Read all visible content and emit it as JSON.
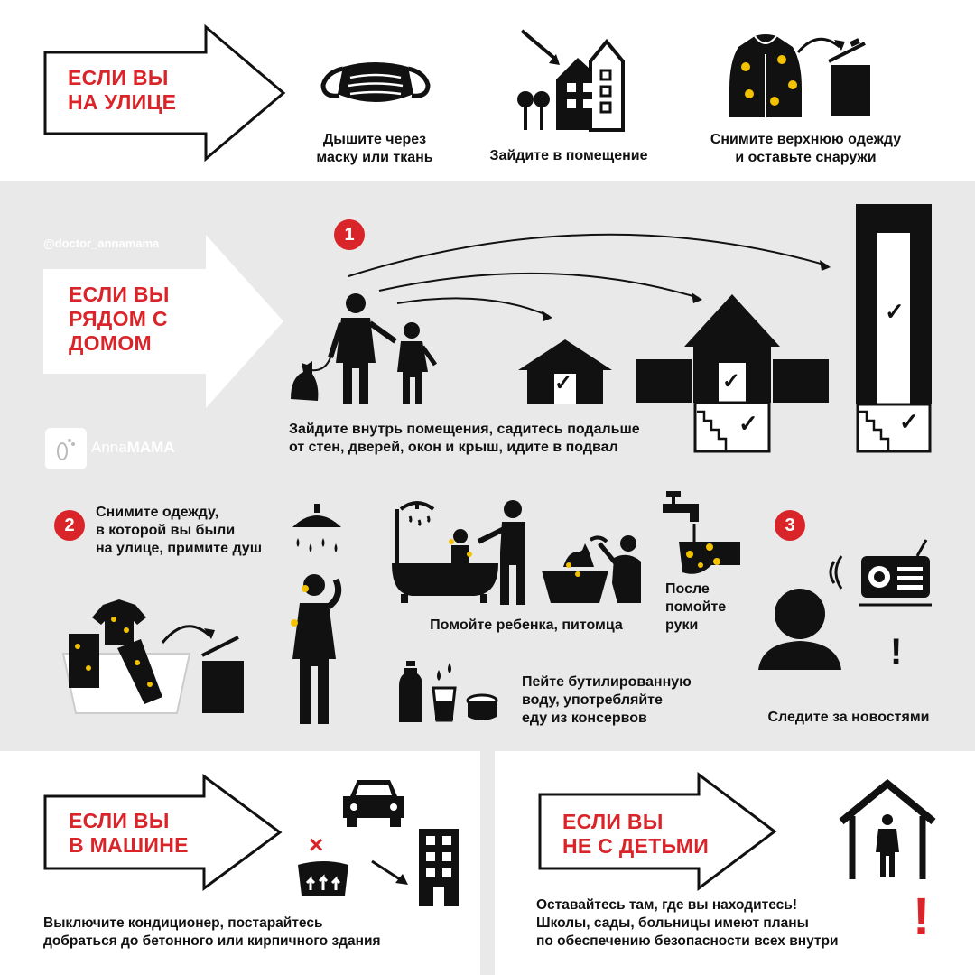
{
  "colors": {
    "accent": "#d9252a",
    "band": "#e9e9e9",
    "ink": "#111111"
  },
  "section_street": {
    "title_line1": "ЕСЛИ ВЫ",
    "title_line2": "НА УЛИЦЕ",
    "step_mask_line1": "Дышите через",
    "step_mask_line2": "маску или ткань",
    "step_enter": "Зайдите в помещение",
    "step_clothes_line1": "Снимите верхнюю одежду",
    "step_clothes_line2": "и оставьте снаружи",
    "icons": [
      "mask-icon",
      "buildings-icon",
      "jacket-icon",
      "trash-bin-icon"
    ]
  },
  "section_home": {
    "handle": "@doctor_annamama",
    "logo_light": "Anna",
    "logo_bold": "MAMA",
    "title_line1": "ЕСЛИ ВЫ",
    "title_line2": "РЯДОМ С",
    "title_line3": "ДОМОМ",
    "badge1": "1",
    "step1_line1": "Зайдите внутрь помещения, садитесь подальше",
    "step1_line2": "от стен, дверей, окон и крыш, идите в подвал",
    "badge2": "2",
    "step2_line1": "Снимите одежду,",
    "step2_line2": "в которой вы были",
    "step2_line3": "на улице, примите душ",
    "wash_child_pet": "Помойте ребенка, питомца",
    "wash_hands_line1": "После",
    "wash_hands_line2": "помойте",
    "wash_hands_line3": "руки",
    "drink_line1": "Пейте бутилированную",
    "drink_line2": "воду, употребляйте",
    "drink_line3": "еду из консервов",
    "badge3": "3",
    "news": "Следите за новостями",
    "news_mark": "!",
    "check": "✓"
  },
  "section_car": {
    "title_line1": "ЕСЛИ ВЫ",
    "title_line2": "В МАШИНЕ",
    "cross": "×",
    "text_line1": "Выключите кондиционер, постарайтесь",
    "text_line2": "добраться до бетонного или кирпичного здания"
  },
  "section_alone": {
    "title_line1": "ЕСЛИ ВЫ",
    "title_line2": "НЕ С ДЕТЬМИ",
    "text_line1": "Оставайтесь там, где вы находитесь!",
    "text_line2": "Школы, сады, больницы имеют планы",
    "text_line3": "по обеспечению безопасности всех внутри",
    "mark": "!"
  }
}
